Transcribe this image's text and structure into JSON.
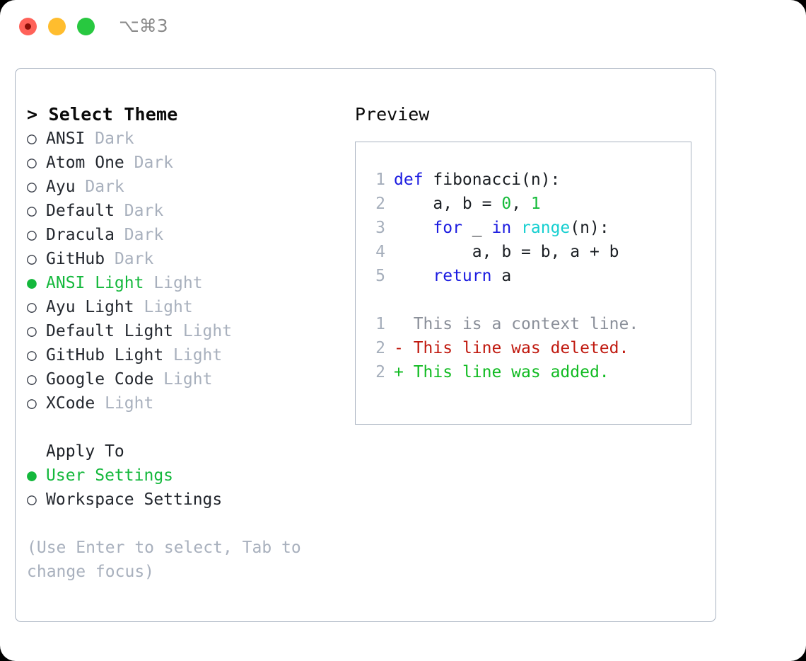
{
  "titlebar": {
    "shortcut": "⌥⌘3",
    "lights": [
      {
        "name": "close",
        "color": "#ff6259"
      },
      {
        "name": "minimize",
        "color": "#ffbd2e"
      },
      {
        "name": "maximize",
        "color": "#28c840"
      }
    ]
  },
  "theme_selector": {
    "header": "> Select Theme",
    "bullet_selected": "●",
    "bullet_unselected": "○",
    "items": [
      {
        "name": "ANSI",
        "category": "Dark",
        "selected": false
      },
      {
        "name": "Atom One",
        "category": "Dark",
        "selected": false
      },
      {
        "name": "Ayu",
        "category": "Dark",
        "selected": false
      },
      {
        "name": "Default",
        "category": "Dark",
        "selected": false
      },
      {
        "name": "Dracula",
        "category": "Dark",
        "selected": false
      },
      {
        "name": "GitHub",
        "category": "Dark",
        "selected": false
      },
      {
        "name": "ANSI Light",
        "category": "Light",
        "selected": true
      },
      {
        "name": "Ayu Light",
        "category": "Light",
        "selected": false
      },
      {
        "name": "Default Light",
        "category": "Light",
        "selected": false
      },
      {
        "name": "GitHub Light",
        "category": "Light",
        "selected": false
      },
      {
        "name": "Google Code",
        "category": "Light",
        "selected": false
      },
      {
        "name": "XCode",
        "category": "Light",
        "selected": false
      }
    ]
  },
  "apply_to": {
    "label": "Apply To",
    "items": [
      {
        "name": "User Settings",
        "selected": true
      },
      {
        "name": "Workspace Settings",
        "selected": false
      }
    ]
  },
  "hint": "(Use Enter to select, Tab to change focus)",
  "preview": {
    "title": "Preview",
    "code_lines": [
      {
        "number": "1",
        "tokens": [
          {
            "text": "def",
            "type": "kw"
          },
          {
            "text": " fibonacci(n):",
            "type": "plain"
          }
        ]
      },
      {
        "number": "2",
        "tokens": [
          {
            "text": "    a, b = ",
            "type": "plain"
          },
          {
            "text": "0",
            "type": "num"
          },
          {
            "text": ", ",
            "type": "plain"
          },
          {
            "text": "1",
            "type": "num"
          }
        ]
      },
      {
        "number": "3",
        "tokens": [
          {
            "text": "    ",
            "type": "plain"
          },
          {
            "text": "for",
            "type": "kw"
          },
          {
            "text": " _ ",
            "type": "plain"
          },
          {
            "text": "in",
            "type": "kw"
          },
          {
            "text": " ",
            "type": "plain"
          },
          {
            "text": "range",
            "type": "fn"
          },
          {
            "text": "(n):",
            "type": "plain"
          }
        ]
      },
      {
        "number": "4",
        "tokens": [
          {
            "text": "        a, b = b, a + b",
            "type": "plain"
          }
        ]
      },
      {
        "number": "5",
        "tokens": [
          {
            "text": "    ",
            "type": "plain"
          },
          {
            "text": "return",
            "type": "kw"
          },
          {
            "text": " a",
            "type": "plain"
          }
        ]
      }
    ],
    "diff_lines": [
      {
        "number": "1",
        "marker": "  ",
        "text": "This is a context line.",
        "type": "ctx"
      },
      {
        "number": "2",
        "marker": "- ",
        "text": "This line was deleted.",
        "type": "del"
      },
      {
        "number": "2",
        "marker": "+ ",
        "text": "This line was added.",
        "type": "add"
      }
    ]
  },
  "colors": {
    "accent_green": "#14b83c",
    "muted": "#a8b0bd",
    "border": "#a8b2c0",
    "keyword_blue": "#1b1be0",
    "function_cyan": "#16cfd0",
    "number_green": "#15bb3a",
    "diff_delete_red": "#c0190f",
    "diff_add_green": "#11bb22",
    "line_number": "#a5aebb"
  }
}
